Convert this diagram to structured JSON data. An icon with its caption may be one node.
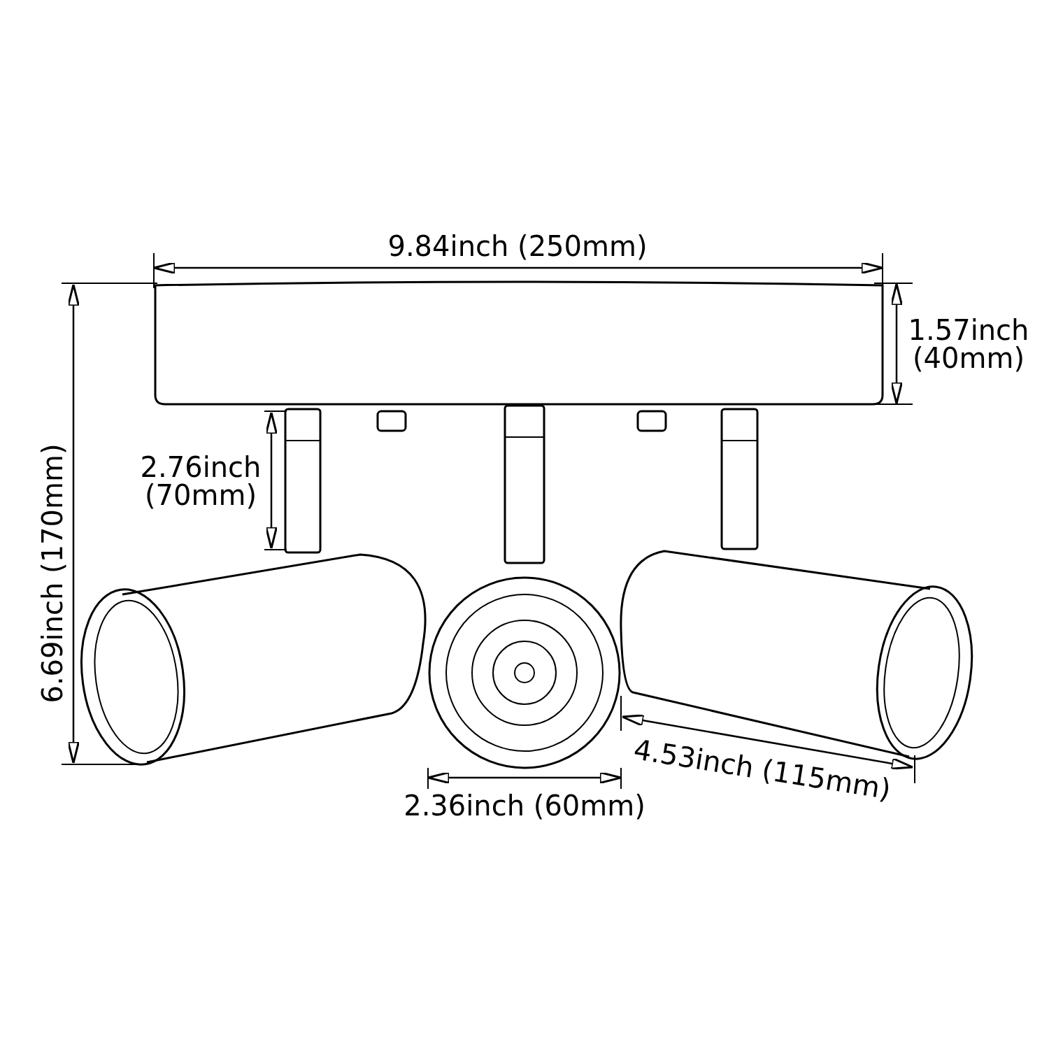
{
  "diagram": {
    "labels": [
      "9.84inch (250mm)",
      "1.57inch (40mm)",
      "2.76inch (70mm)",
      "6.69inch (170mm)",
      "4.53inch (115mm)",
      "2.36inch (60mm)"
    ]
  }
}
